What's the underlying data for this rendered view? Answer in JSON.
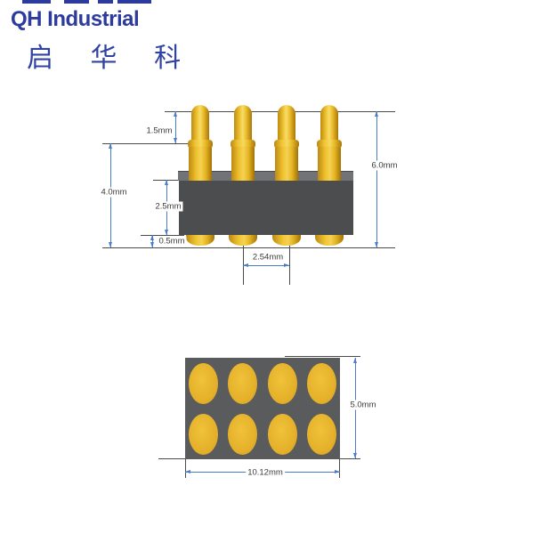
{
  "brand": {
    "name": "QH Industrial",
    "name_cn": "启 华 科",
    "brand_color": "#2c3b9d"
  },
  "side_view": {
    "title": "pogo-pin connector side view",
    "pin_count": 4,
    "dimensions": {
      "plunger_travel": "1.5mm",
      "left_total_height": "4.0mm",
      "insulator_height": "2.5mm",
      "tail_height": "0.5mm",
      "right_total_height": "6.0mm",
      "pin_pitch": "2.54mm"
    }
  },
  "bottom_view": {
    "title": "pogo-pin connector bottom view",
    "pad_rows": 2,
    "pad_cols": 4,
    "dimensions": {
      "body_width_side": "5.0mm",
      "body_length": "10.12mm"
    }
  },
  "colors": {
    "dimension_blue": "#4a7cc7",
    "reference_line": "#4c4c4c",
    "gold": "#eec02c",
    "housing_gray": "#4c4d4f",
    "housing_top_gray": "#727376",
    "pad_gold": "#e5b02a"
  }
}
